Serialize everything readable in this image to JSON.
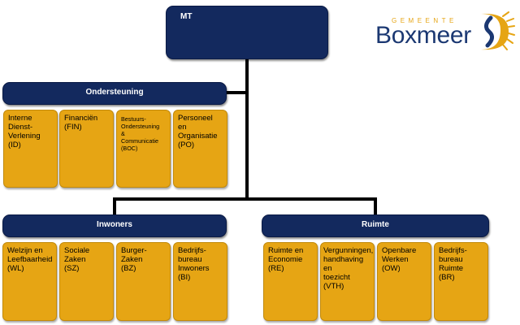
{
  "logo": {
    "gemeente": "GEMEENTE",
    "name": "Boxmeer",
    "icon": "boxmeer-sun-logo-icon",
    "colors": {
      "navy": "#1b3872",
      "gold": "#e6a514"
    }
  },
  "colors": {
    "navy_box": "#13295e",
    "gold_box": "#e6a514",
    "connector": "#000000"
  },
  "top": {
    "label": "MT"
  },
  "groups": [
    {
      "label": "Ondersteuning",
      "units": [
        {
          "text": "Interne\nDienst-\nVerlening\n(ID)"
        },
        {
          "text": "Financiën\n(FIN)"
        },
        {
          "text": "Bestuurs-\nOndersteuning\n&\nCommunicatie\n(BOC)"
        },
        {
          "text": "Personeel\nen\nOrganisatie\n(PO)"
        }
      ]
    },
    {
      "label": "Inwoners",
      "units": [
        {
          "text": "Welzijn en\nLeefbaarheid\n(WL)"
        },
        {
          "text": "Sociale\nZaken\n(SZ)"
        },
        {
          "text": "Burger-\nZaken\n(BZ)"
        },
        {
          "text": "Bedrijfs-\nbureau\nInwoners\n(BI)"
        }
      ]
    },
    {
      "label": "Ruimte",
      "units": [
        {
          "text": "Ruimte en\nEconomie\n(RE)"
        },
        {
          "text": "Vergunningen,\nhandhaving en\ntoezicht\n(VTH)"
        },
        {
          "text": "Openbare\nWerken\n(OW)"
        },
        {
          "text": "Bedrijfs-\nbureau\nRuimte\n(BR)"
        }
      ]
    }
  ]
}
